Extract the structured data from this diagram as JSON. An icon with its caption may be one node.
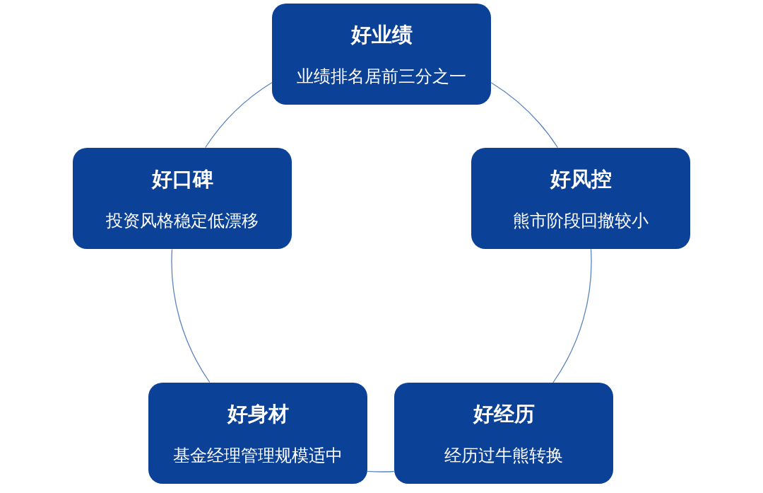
{
  "diagram": {
    "nodes": [
      {
        "text": [
          "好业绩",
          "业绩排名居前三分之一"
        ]
      },
      {
        "text": [
          "好口碑",
          "投资风格稳定低漂移"
        ]
      },
      {
        "text": [
          "好风控",
          "熊市阶段回撤较小"
        ]
      },
      {
        "text": [
          "好身材",
          "基金经理管理规模适中"
        ]
      },
      {
        "text": [
          "好经历",
          "经历过牛熊转换"
        ]
      }
    ],
    "edges": [
      {
        "from": 0,
        "to": 2,
        "arrow": "none"
      },
      {
        "from": 2,
        "to": 4,
        "arrow": "none"
      },
      {
        "from": 4,
        "to": 3,
        "arrow": "none"
      },
      {
        "from": 3,
        "to": 1,
        "arrow": "none"
      },
      {
        "from": 1,
        "to": 0,
        "arrow": "none"
      }
    ]
  }
}
